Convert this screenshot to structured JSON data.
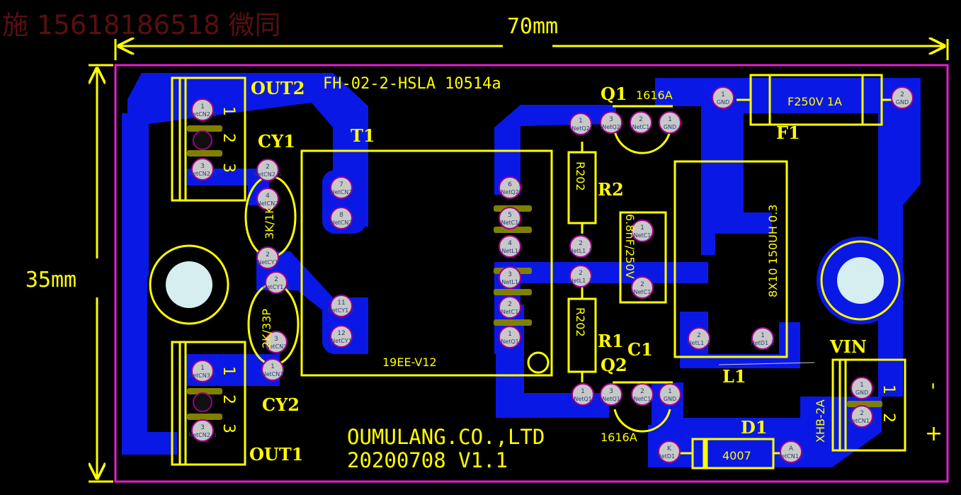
{
  "watermark": "施 15618186518 微同",
  "dimensions": {
    "width": "70mm",
    "height": "35mm"
  },
  "board_title": "FH-02-2-HSLA 10514a",
  "company": {
    "name": "OUMULANG.CO.,LTD",
    "version": "20200708  V1.1"
  },
  "designators": {
    "out2": "OUT2",
    "out1": "OUT1",
    "cy1": "CY1",
    "cy2": "CY2",
    "t1": "T1",
    "q1": "Q1",
    "q2": "Q2",
    "r1": "R1",
    "r2": "R2",
    "c1": "C1",
    "f1": "F1",
    "l1": "L1",
    "d1": "D1",
    "vin": "VIN"
  },
  "values": {
    "q1": "1616A",
    "q2": "1616A",
    "f1": "F250V 1A",
    "r2": "R202",
    "r1": "R202",
    "c1": "6.8nF/250V",
    "l1": "8X10 150UH 0.3",
    "t1": "19EE-V12",
    "cy1": "3K/1K",
    "cy2": "2K/33P",
    "d1": "4007",
    "vin": "XHB-2A"
  },
  "connector_numbers": {
    "n1": "1",
    "n2": "2",
    "n3": "3"
  },
  "polarity": {
    "minus": "-",
    "plus": "+"
  },
  "pads": {
    "out2_1": {
      "num": "1",
      "net": "NetCN2_1"
    },
    "out2_3": {
      "num": "3",
      "net": "NetCN2_3"
    },
    "out1_1": {
      "num": "1",
      "net": "NetCN3_1"
    },
    "out1_3": {
      "num": "3",
      "net": "NetCN2_3"
    },
    "cy1_2": {
      "num": "2",
      "net": "NetCN2_1"
    },
    "cy1_4": {
      "num": "4",
      "net": "NetCN2"
    },
    "cy1_b": {
      "num": "2",
      "net": "NetCY1"
    },
    "cy2_2": {
      "num": "2",
      "net": "NetCY1_2"
    },
    "cy2_3": {
      "num": "3",
      "net": "NetCN3"
    },
    "cy2_b": {
      "num": "1",
      "net": "NetCN3"
    },
    "t1_7": {
      "num": "7",
      "net": "NetCN2"
    },
    "t1_8": {
      "num": "8",
      "net": "NetCN2"
    },
    "t1_11": {
      "num": "11",
      "net": "NetCY1_2"
    },
    "t1_12": {
      "num": "12",
      "net": "NetCY1"
    },
    "t1_6": {
      "num": "6",
      "net": "NetQ2"
    },
    "t1_5": {
      "num": "5",
      "net": "NetC1"
    },
    "t1_4": {
      "num": "4",
      "net": "NetL1"
    },
    "t1_3": {
      "num": "3",
      "net": "NetL1"
    },
    "t1_2": {
      "num": "2",
      "net": "NetC1"
    },
    "t1_1": {
      "num": "1",
      "net": "NetQ1"
    },
    "q1_a": {
      "num": "1",
      "net": "NetQ2"
    },
    "q1_3": {
      "num": "3",
      "net": "NetQ2"
    },
    "q1_2": {
      "num": "2",
      "net": "NetC1"
    },
    "q1_1": {
      "num": "1",
      "net": "GND"
    },
    "r2_2": {
      "num": "2",
      "net": "NetL1_2"
    },
    "r1_2": {
      "num": "2",
      "net": "NetL1_2"
    },
    "c1_1": {
      "num": "1",
      "net": "NetC1"
    },
    "c1_2": {
      "num": "2",
      "net": "NetC1"
    },
    "f1_1": {
      "num": "1",
      "net": "GND"
    },
    "f1_2": {
      "num": "2",
      "net": "GND"
    },
    "l1_2": {
      "num": "2",
      "net": "NetL1_2"
    },
    "l1_1": {
      "num": "1",
      "net": "NetD1_2"
    },
    "q2_a": {
      "num": "1",
      "net": "NetQ1"
    },
    "q2_3": {
      "num": "3",
      "net": "NetQ1"
    },
    "q2_2": {
      "num": "2",
      "net": "NetC1"
    },
    "q2_1": {
      "num": "1",
      "net": "GND"
    },
    "d1_k": {
      "num": "K",
      "net": "NetD1_2"
    },
    "d1_a": {
      "num": "A",
      "net": "NetCN1_2"
    },
    "vin_1": {
      "num": "1",
      "net": "GND"
    },
    "vin_2": {
      "num": "2",
      "net": "NetCN1_2"
    }
  },
  "colors": {
    "background": "#000000",
    "copper": "#0A18E6",
    "silkscreen": "#FFFF00",
    "outline": "#E61ECF",
    "pad": "#C8C8C8",
    "pad_ring": "#A0008C",
    "pad_label": "#283C78",
    "watermark": "#5A0F0F",
    "keepout": "#808000"
  }
}
